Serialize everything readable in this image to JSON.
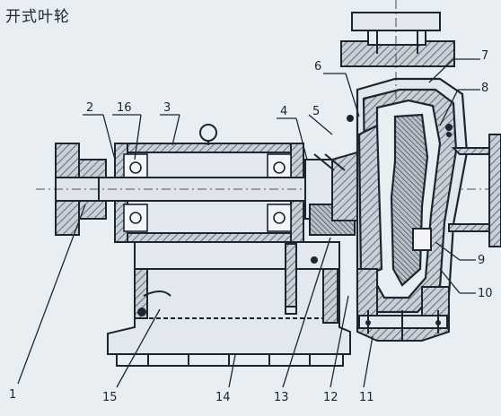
{
  "title": "开式叶轮",
  "callouts": [
    "1",
    "2",
    "3",
    "4",
    "5",
    "6",
    "7",
    "8",
    "9",
    "10",
    "11",
    "12",
    "13",
    "14",
    "15",
    "16"
  ],
  "colors": {
    "background": "#e9eef3",
    "line": "#1c2630",
    "hatch": "#4b5561",
    "shaft": "#dfe4ea"
  }
}
